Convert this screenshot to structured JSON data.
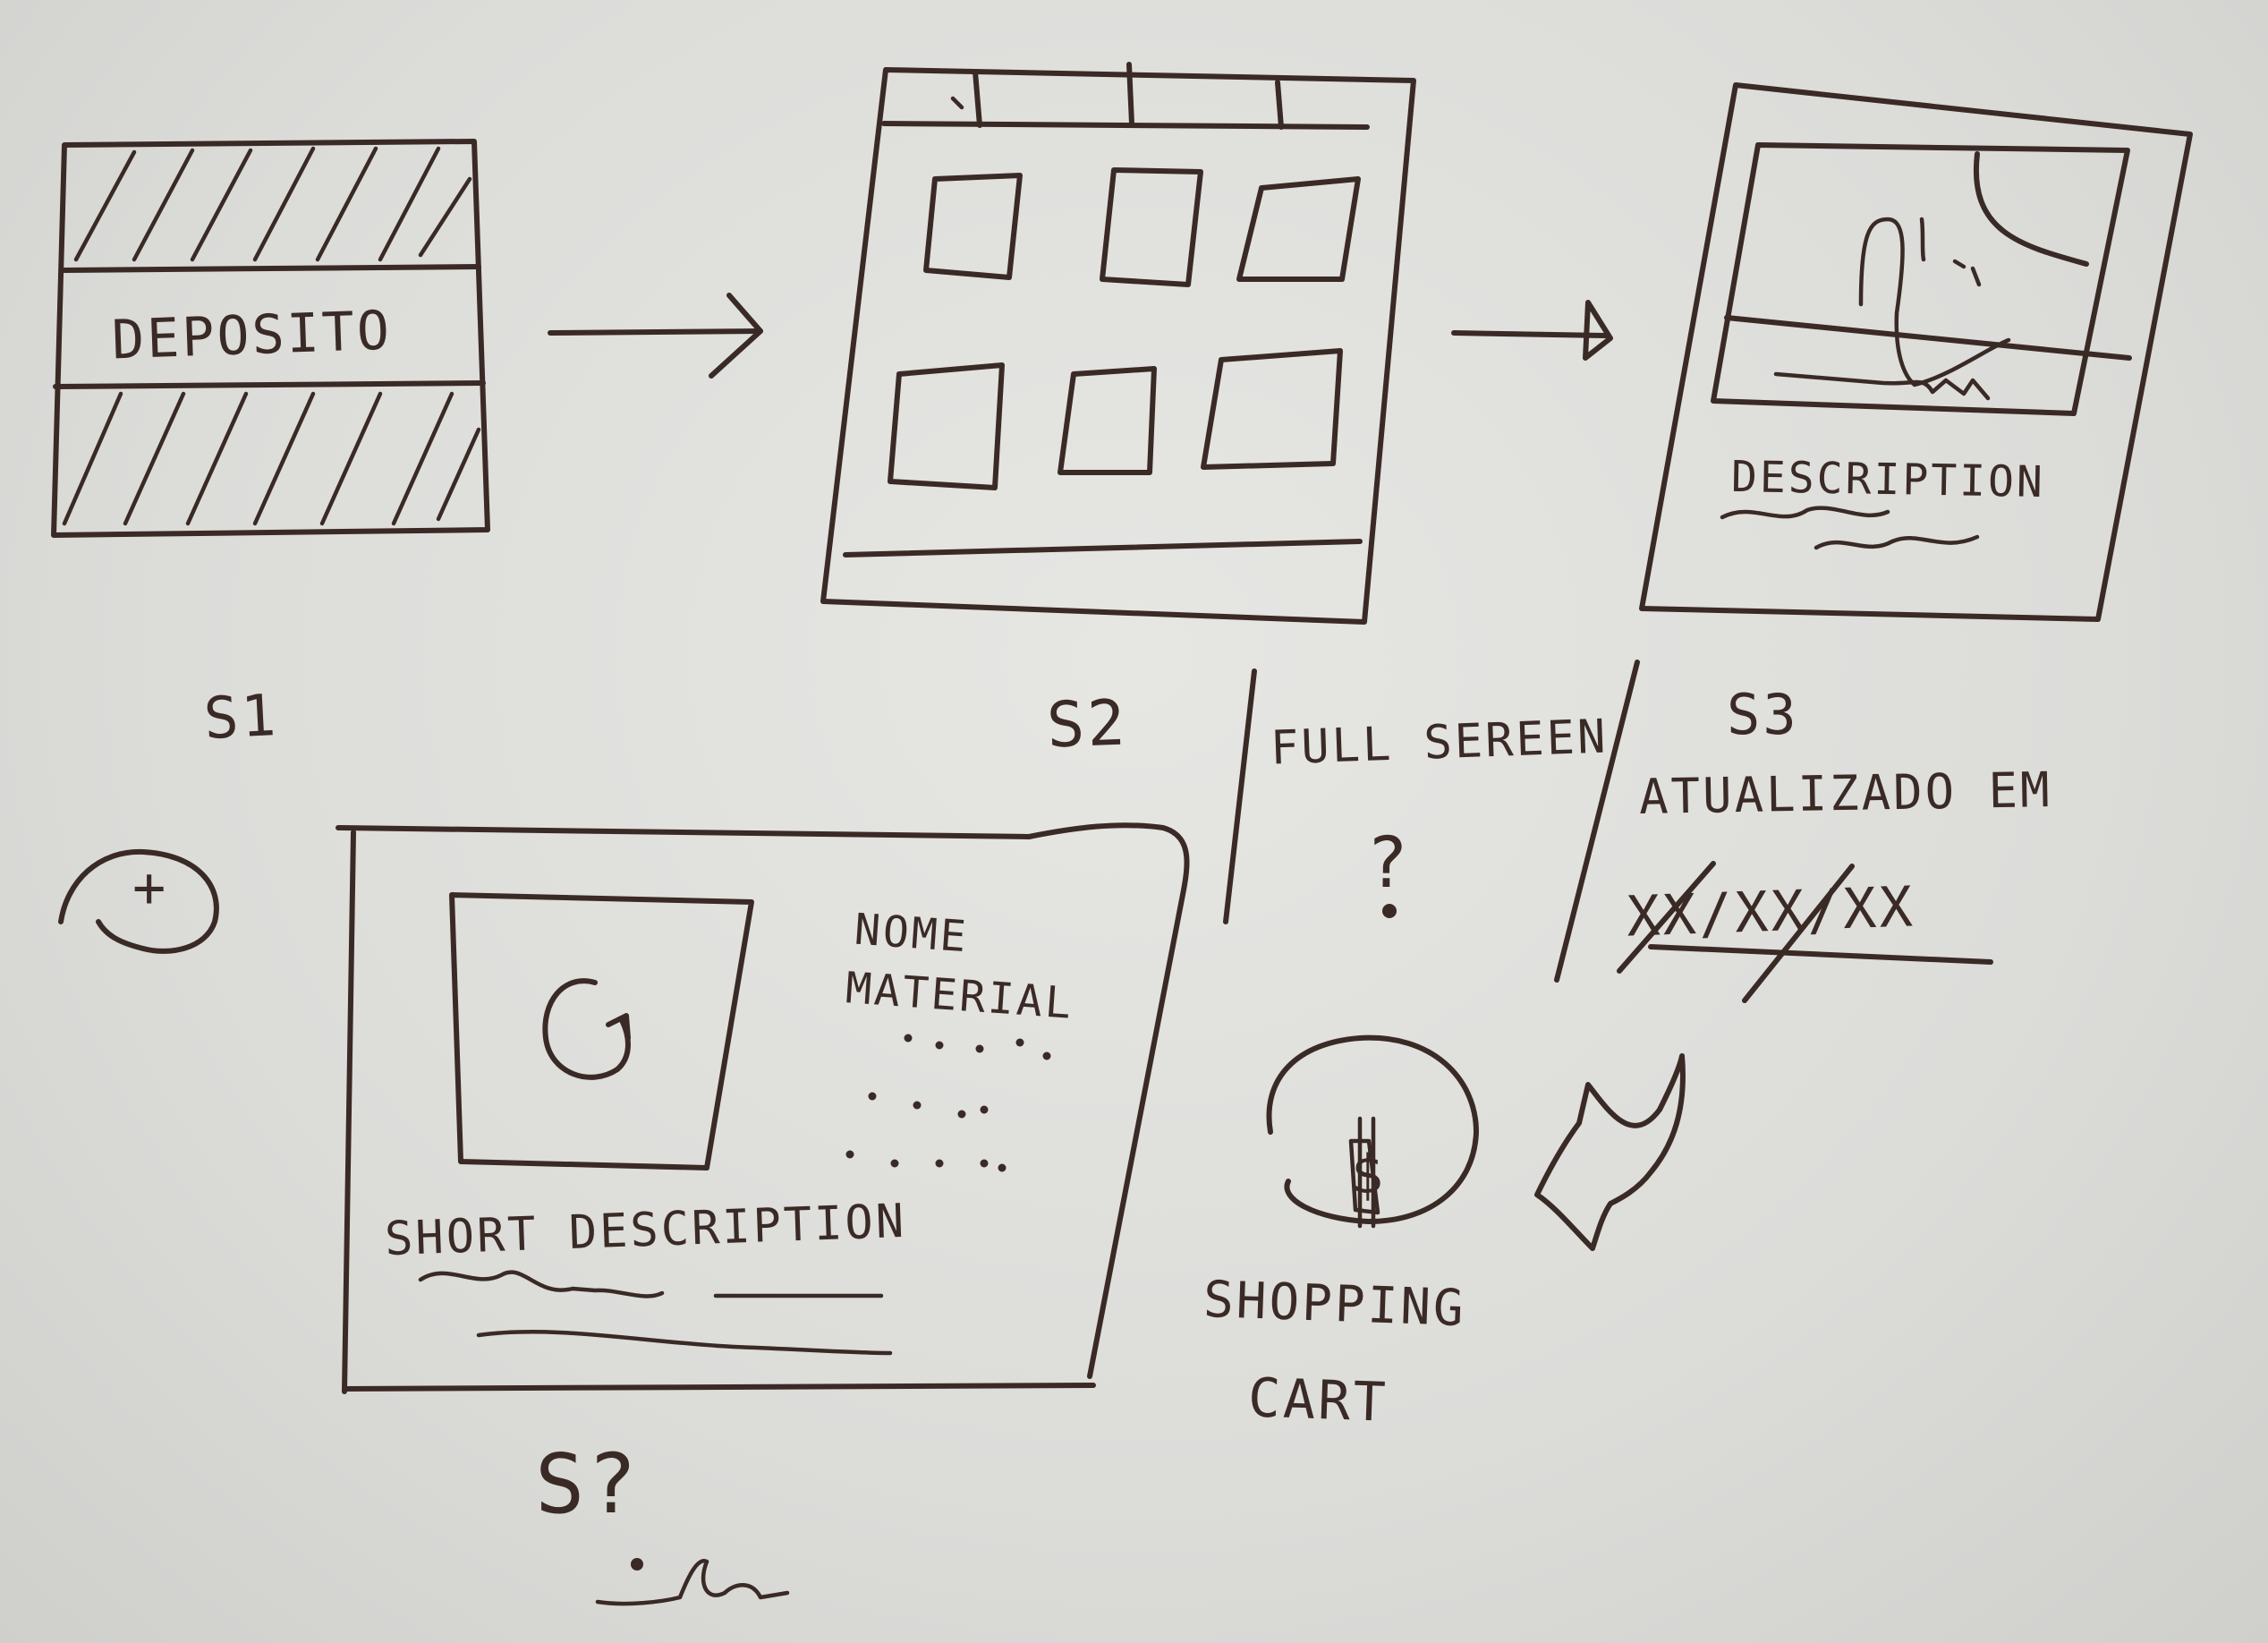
{
  "sketch": {
    "s1": {
      "banner_text": "DEPOSITO",
      "label": "S1"
    },
    "s2": {
      "label": "S2"
    },
    "s3": {
      "description_title": "DESCRIPTION",
      "label": "S3",
      "note_line1": "ATUALIZADO EM",
      "note_line2": "XX/XX/XX"
    },
    "full_screen": {
      "title": "FULL SEREEN",
      "mark": "?"
    },
    "s_unknown": {
      "material_name_line1": "NOME",
      "material_name_line2": "MATERIAL",
      "short_description": "SHORT DESCRIPTION",
      "label": "S?"
    },
    "add_symbol": "+",
    "shopping_cart": {
      "symbol": "$",
      "label_line1": "SHOPPING",
      "label_line2": "CART"
    },
    "colors": {
      "paper": "#e2e2df",
      "ink": "#3a2a26"
    }
  }
}
